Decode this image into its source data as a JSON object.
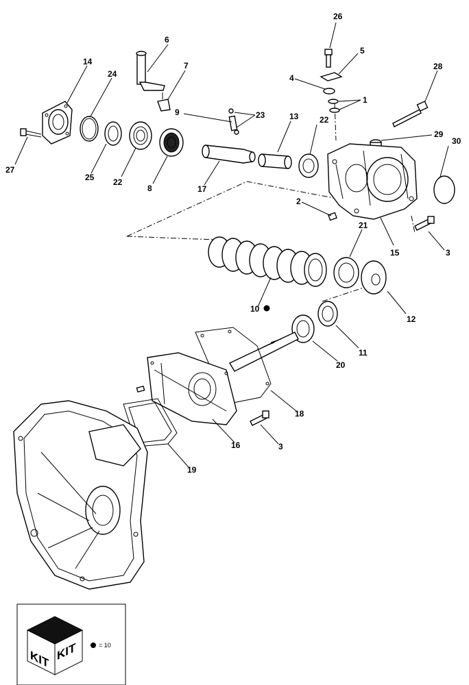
{
  "callouts": {
    "c1": "1",
    "c2": "2",
    "c3a": "3",
    "c3b": "3",
    "c4": "4",
    "c5": "5",
    "c6": "6",
    "c7": "7",
    "c8": "8",
    "c9": "9",
    "c10": "10",
    "c11": "11",
    "c12": "12",
    "c13": "13",
    "c14": "14",
    "c15": "15",
    "c16": "16",
    "c17": "17",
    "c18": "18",
    "c19": "19",
    "c20": "20",
    "c21": "21",
    "c22a": "22",
    "c22b": "22",
    "c23": "23",
    "c24": "24",
    "c25": "25",
    "c26": "26",
    "c27": "27",
    "c28": "28",
    "c29": "29",
    "c30": "30"
  },
  "kit_legend": {
    "kit_label_left": "KIT",
    "kit_label_right": "KIT",
    "equals_text": "= 10"
  }
}
